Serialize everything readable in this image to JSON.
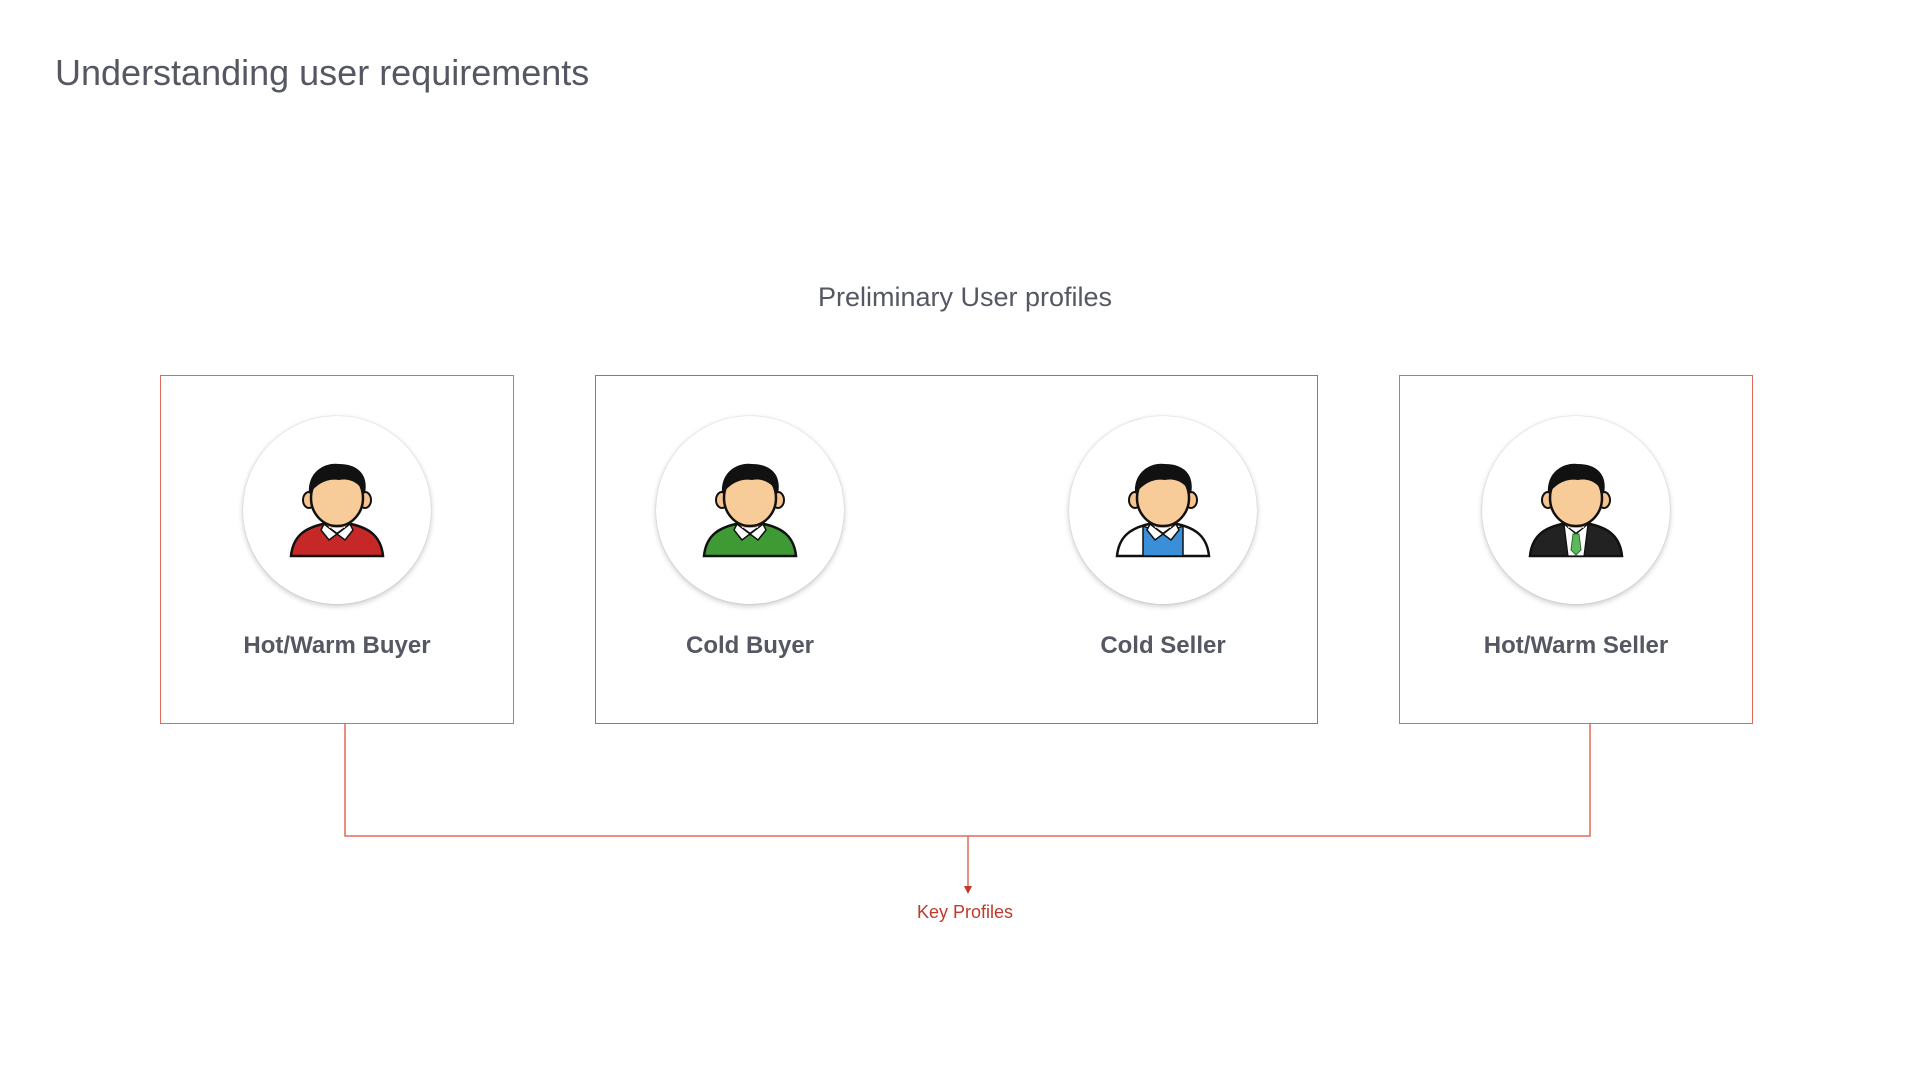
{
  "title": "Understanding user requirements",
  "section_title": "Preliminary User profiles",
  "profiles": [
    {
      "label": "Hot/Warm Buyer",
      "shirt_color": "#c62828",
      "icon": "user-red-shirt-icon"
    },
    {
      "label": "Cold Buyer",
      "shirt_color": "#3f9a35",
      "icon": "user-green-shirt-icon"
    },
    {
      "label": "Cold Seller",
      "shirt_color": "#3b8fd9",
      "icon": "user-blue-vest-icon"
    },
    {
      "label": "Hot/Warm Seller",
      "shirt_color": "#222222",
      "icon": "user-black-suit-icon"
    }
  ],
  "key_label": "Key Profiles",
  "colors": {
    "key_border": "#e06a5a",
    "preliminary_border": "#5b84c4",
    "key_label": "#c0392b",
    "text": "#555762"
  }
}
